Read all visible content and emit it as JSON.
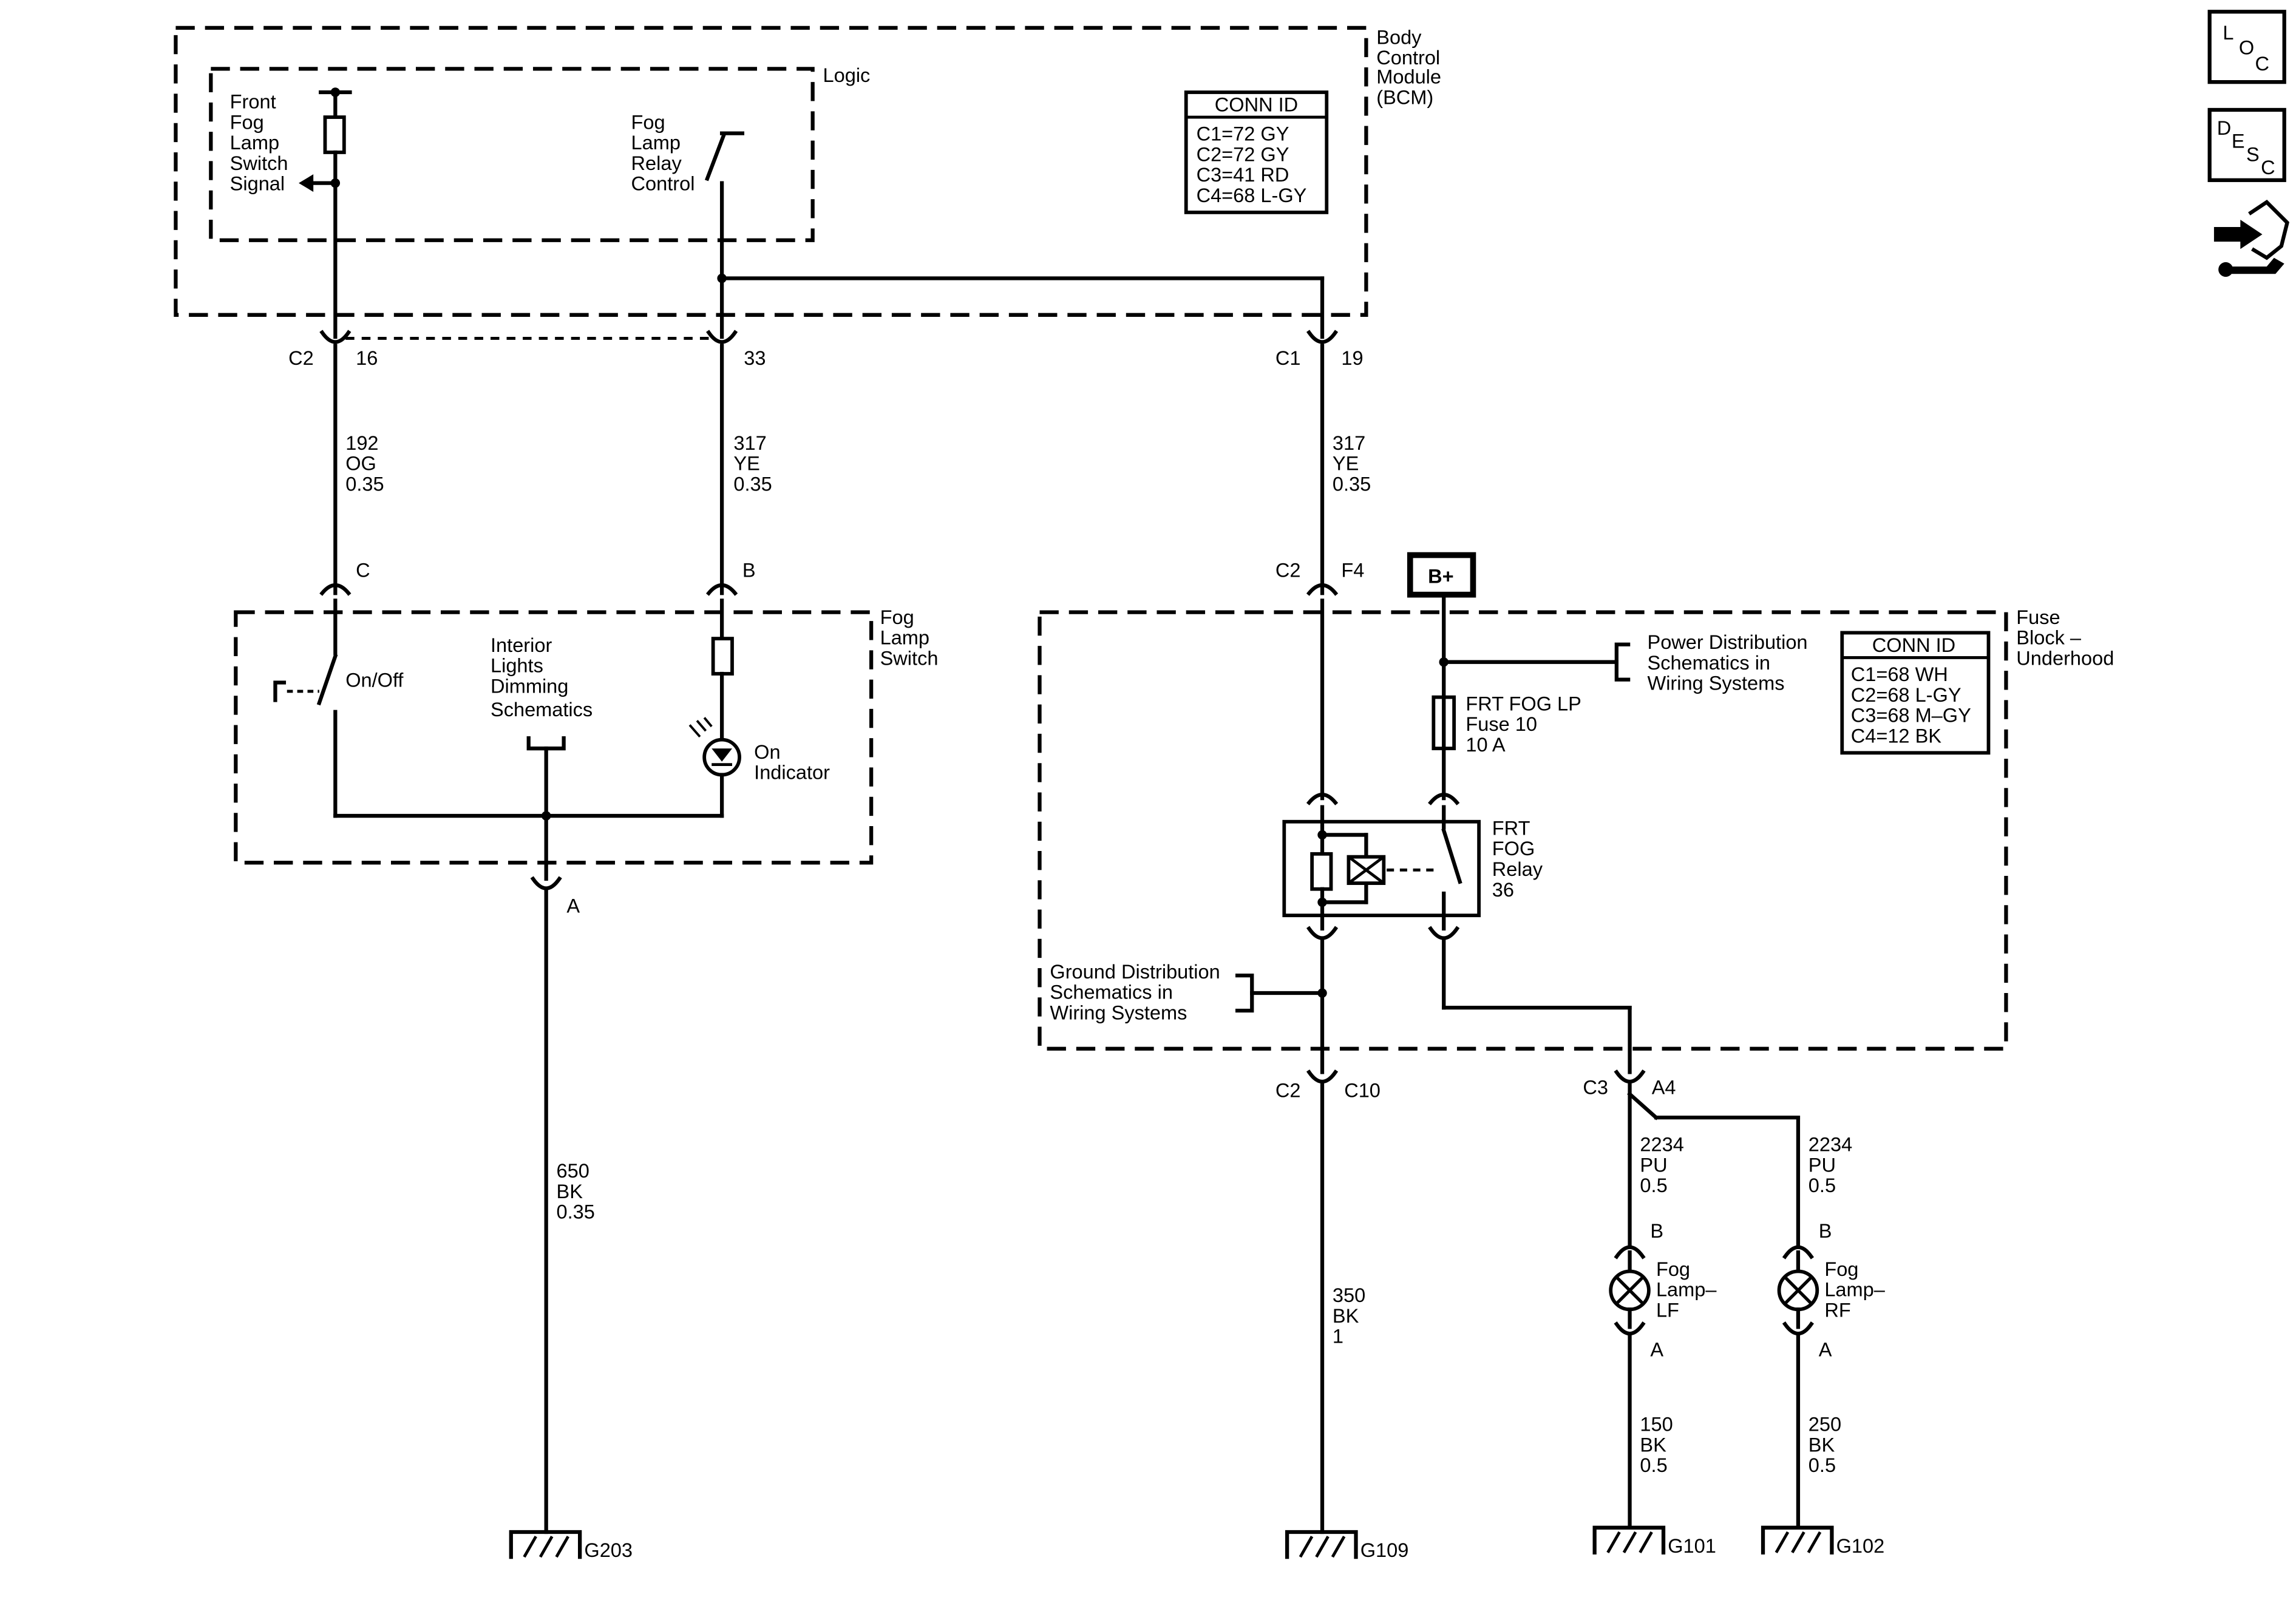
{
  "colors": {
    "line": "#000000",
    "background": "#ffffff"
  },
  "bcm": {
    "module_label": [
      "Body",
      "Control",
      "Module",
      "(BCM)"
    ],
    "logic_label": "Logic",
    "switch_signal_label": [
      "Front",
      "Fog",
      "Lamp",
      "Switch",
      "Signal"
    ],
    "relay_control_label": [
      "Fog",
      "Lamp",
      "Relay",
      "Control"
    ],
    "conn_title": "CONN ID",
    "conn_rows": [
      "C1=72 GY",
      "C2=72 GY",
      "C3=41 RD",
      "C4=68 L-GY"
    ]
  },
  "connectors": {
    "c2_16": {
      "conn": "C2",
      "pin": "16"
    },
    "c2_33": {
      "pin": "33"
    },
    "c1_19": {
      "conn": "C1",
      "pin": "19"
    },
    "sw_c": {
      "pin": "C"
    },
    "sw_b": {
      "pin": "B"
    },
    "sw_a": {
      "pin": "A"
    },
    "fb_f4": {
      "conn": "C2",
      "pin": "F4"
    },
    "fb_c10": {
      "conn": "C2",
      "pin": "C10"
    },
    "fb_a4": {
      "conn": "C3",
      "pin": "A4"
    },
    "lf_b": {
      "pin": "B"
    },
    "lf_a": {
      "pin": "A"
    },
    "rf_b": {
      "pin": "B"
    },
    "rf_a": {
      "pin": "A"
    }
  },
  "wires": {
    "w192": [
      "192",
      "OG",
      "0.35"
    ],
    "w317a": [
      "317",
      "YE",
      "0.35"
    ],
    "w317b": [
      "317",
      "YE",
      "0.35"
    ],
    "w650": [
      "650",
      "BK",
      "0.35"
    ],
    "w350": [
      "350",
      "BK",
      "1"
    ],
    "w2234a": [
      "2234",
      "PU",
      "0.5"
    ],
    "w2234b": [
      "2234",
      "PU",
      "0.5"
    ],
    "w150": [
      "150",
      "BK",
      "0.5"
    ],
    "w250": [
      "250",
      "BK",
      "0.5"
    ]
  },
  "fog_switch": {
    "label": [
      "Fog",
      "Lamp",
      "Switch"
    ],
    "onoff": "On/Off",
    "dimming_ref": [
      "Interior",
      "Lights",
      "Dimming",
      "Schematics"
    ],
    "indicator": [
      "On",
      "Indicator"
    ]
  },
  "fuse_block": {
    "label": [
      "Fuse",
      "Block –",
      "Underhood"
    ],
    "conn_title": "CONN ID",
    "conn_rows": [
      "C1=68 WH",
      "C2=68 L-GY",
      "C3=68 M–GY",
      "C4=12 BK"
    ],
    "power_ref": [
      "Power Distribution",
      "Schematics in",
      "Wiring Systems"
    ],
    "ground_ref": [
      "Ground Distribution",
      "Schematics in",
      "Wiring Systems"
    ],
    "fuse": [
      "FRT FOG LP",
      "Fuse 10",
      "10 A"
    ],
    "relay": [
      "FRT",
      "FOG",
      "Relay",
      "36"
    ],
    "battery": "B+"
  },
  "lamps": {
    "lf": [
      "Fog",
      "Lamp–",
      "LF"
    ],
    "rf": [
      "Fog",
      "Lamp–",
      "RF"
    ]
  },
  "grounds": {
    "g203": "G203",
    "g109": "G109",
    "g101": "G101",
    "g102": "G102"
  },
  "side_icons": {
    "loc": [
      "L",
      "O",
      "C"
    ],
    "desc": [
      "D",
      "E",
      "S",
      "C"
    ],
    "connector_icon": "connector-repair-icon"
  }
}
